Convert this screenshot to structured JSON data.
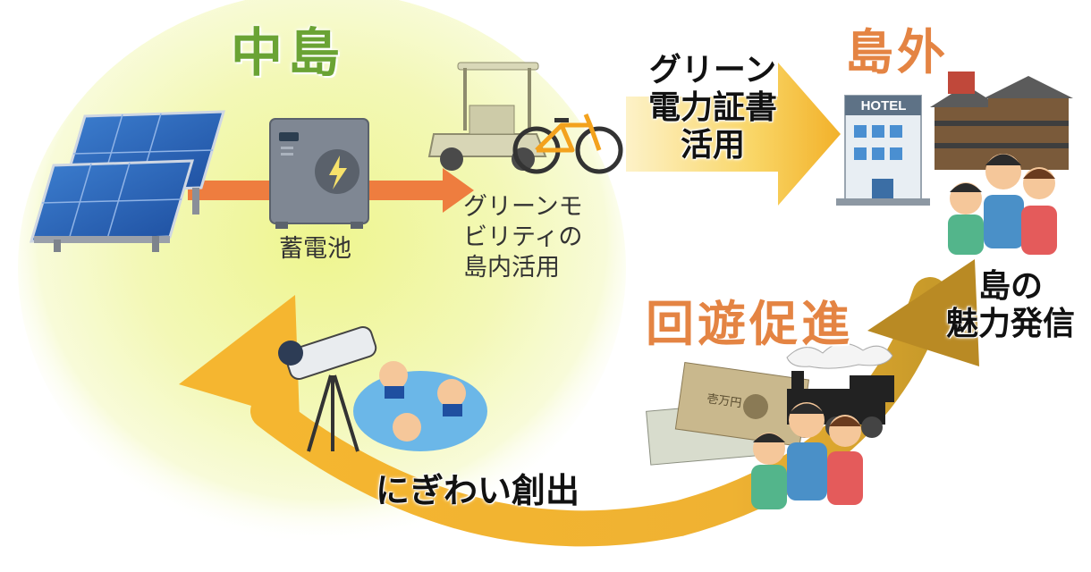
{
  "regions": {
    "island_inside": "中島",
    "island_outside": "島外"
  },
  "components": {
    "battery": "蓄電池",
    "green_mobility": [
      "グリーンモ",
      "ビリティの",
      "島内活用"
    ]
  },
  "flows": {
    "green_certificate": [
      "グリーン",
      "電力証書",
      "活用"
    ],
    "promote_circulation": "回遊促進",
    "create_vitality": "にぎわい創出",
    "island_appeal": [
      "島の",
      "魅力発信"
    ]
  },
  "illustrations": {
    "hotel_sign": "HOTEL",
    "banknote_text": "壱万円"
  },
  "colors": {
    "green_title": "#6aa334",
    "orange_title": "#e48443",
    "arrow_orange": "#ee7d3f",
    "arrow_gold": "#f2b530",
    "island_glow": "#f2f6a8"
  }
}
